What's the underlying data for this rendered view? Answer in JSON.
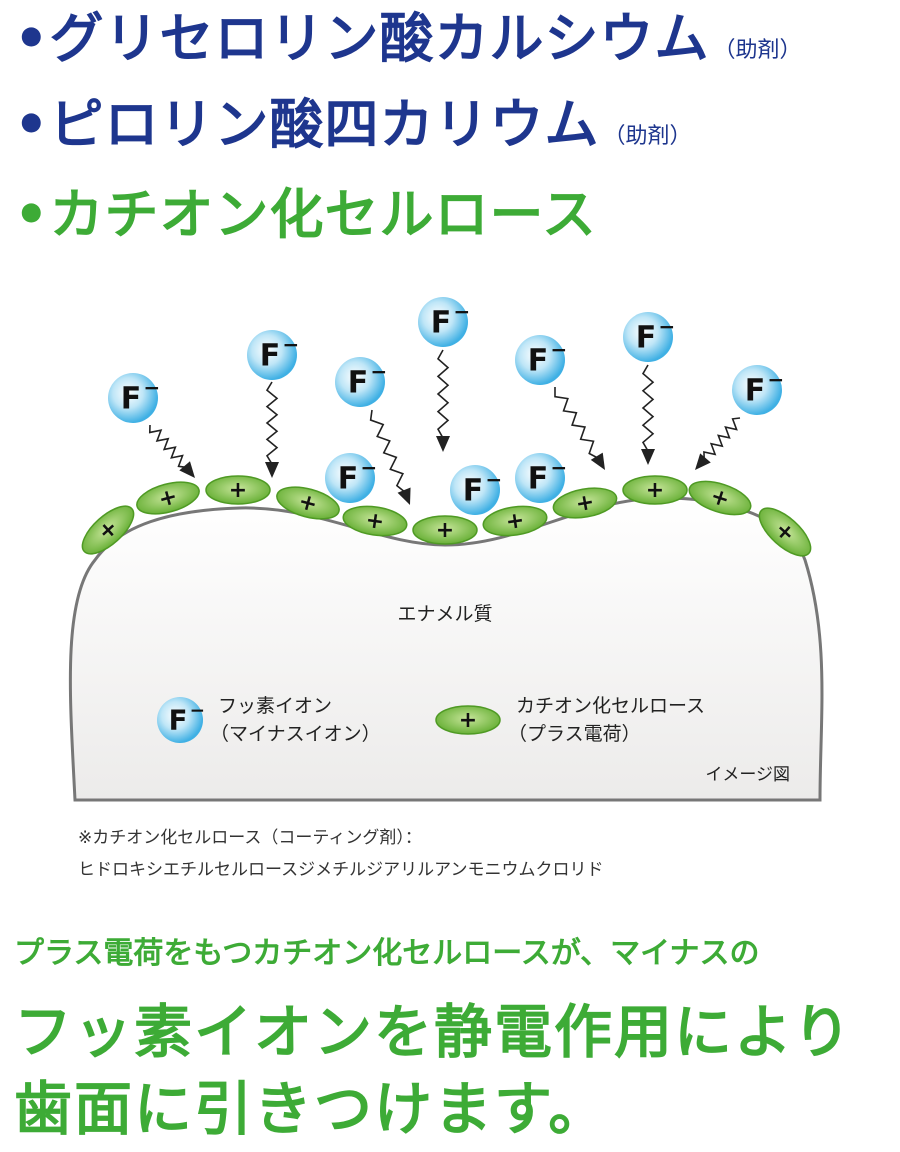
{
  "headings": [
    {
      "bullet": "•",
      "text": "グリセロリン酸カルシウム",
      "note": "（助剤）",
      "color": "#1e368e"
    },
    {
      "bullet": "•",
      "text": "ピロリン酸四カリウム",
      "note": "（助剤）",
      "color": "#1e368e"
    },
    {
      "bullet": "•",
      "text": "カチオン化セルロース",
      "color": "#3dab36"
    }
  ],
  "diagram": {
    "ion_symbol": "F",
    "ion_charge": "−",
    "plus_symbol": "+",
    "enamel_label": "エナメル質",
    "legend": {
      "ion_line1": "フッ素イオン",
      "ion_line2": "（マイナスイオン）",
      "cellulose_line1": "カチオン化セルロース",
      "cellulose_line2": "（プラス電荷）"
    },
    "image_note": "イメージ図"
  },
  "footnote": {
    "line1": "※カチオン化セルロース（コーティング剤）：",
    "line2": "ヒドロキシエチルセルロースジメチルジアリルアンモニウムクロリド"
  },
  "bottom": {
    "line1": "プラス電荷をもつカチオン化セルロースが、マイナスの",
    "line2": "フッ素イオンを静電作用により",
    "line3": "歯面に引きつけます。"
  },
  "colors": {
    "navy": "#1e368e",
    "green": "#3dab36",
    "ion_blue": "#5bbfe8",
    "cellulose_green": "#7cc142"
  }
}
